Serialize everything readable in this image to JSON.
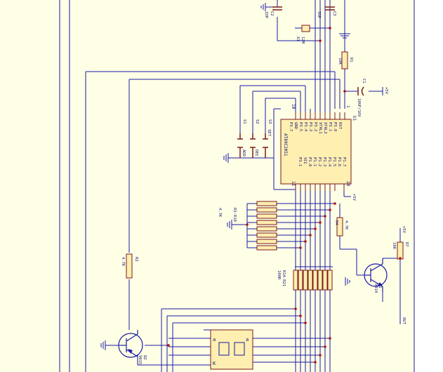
{
  "colors": {
    "paper": "#ffffe6",
    "frame": "#ffffff",
    "wire": "#1a1aa8",
    "component": "#7a1a1a",
    "body_fill": "#ffefb0",
    "junction": "#b01010",
    "label": "#10107a"
  },
  "chip": {
    "ref": "U1",
    "part": "AT89C2051",
    "pin_1": "1",
    "pin_10": "10",
    "pin_11": "11",
    "pin_20": "20",
    "left_pins": [
      "RST",
      "P3.0",
      "P3.1",
      "XTAL2",
      "XTAL1",
      "P3.2",
      "P3.3",
      "P3.4",
      "P3.5",
      "GND",
      "P3.7"
    ],
    "right_pins": [
      "P1.7",
      "P1.6",
      "P1.5",
      "P1.4",
      "P1.3",
      "P1.2",
      "P1.1",
      "P1.0",
      "VCC",
      "P3.1"
    ]
  },
  "oscillator": {
    "c2_ref": "C2",
    "c2_val": "33P",
    "c3_ref": "C3",
    "c3_val": "33P",
    "crystal_ref": "X1",
    "crystal_val": "12M"
  },
  "reset": {
    "r1_ref": "R1",
    "r1_val": "10K",
    "c1_ref": "C1",
    "c1_val": "10UF/16V",
    "vcc": "+5V"
  },
  "buttons": {
    "s1_ref": "S1",
    "s1_label": "ADD",
    "s2_ref": "S2",
    "s2_label": "DEC",
    "s3_ref": "S3",
    "s3_label": "SET"
  },
  "resistor_arrays": {
    "upper_refs": "R3-R10",
    "upper_val": "4.7K",
    "lower_refs": "R14-R21",
    "lower_val": "100R",
    "r4_ref": "R4",
    "r4_val": "4.7K"
  },
  "chip_vcc": "+5V",
  "transistor_q1": {
    "ref": "Q1",
    "part": "9014",
    "r7_ref": "R7",
    "r7_val": "10K",
    "vcc": "+5V",
    "output_label": "OUT"
  },
  "transistor_q2": {
    "ref": "Q2",
    "part": "9015",
    "r2_ref": "R2",
    "r2_val": "4.7K"
  },
  "display": {
    "pin_a": "a",
    "pin_k": "K"
  }
}
